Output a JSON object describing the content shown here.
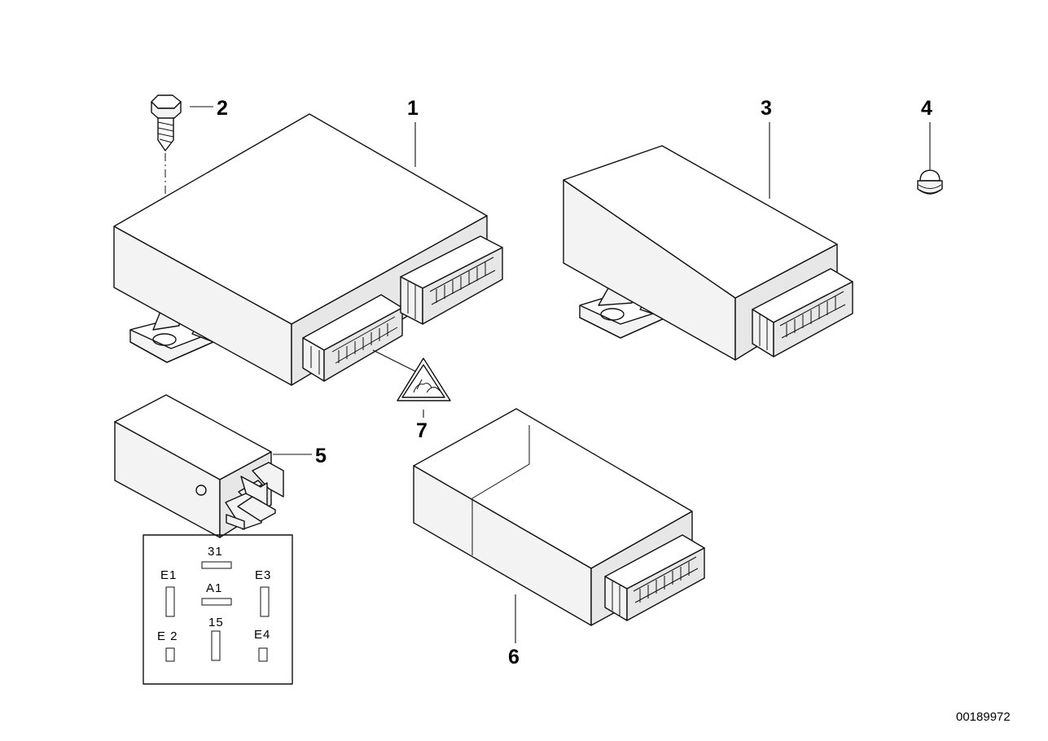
{
  "callouts": {
    "part_1": "1",
    "part_2": "2",
    "part_3": "3",
    "part_4": "4",
    "part_5": "5",
    "part_6": "6",
    "part_7": "7"
  },
  "pin_diagram": {
    "pin_31": "31",
    "pin_e1": "E1",
    "pin_e3": "E3",
    "pin_a1": "A1",
    "pin_15": "15",
    "pin_e2": "E 2",
    "pin_e4": "E4"
  },
  "doc_number": "00189972"
}
